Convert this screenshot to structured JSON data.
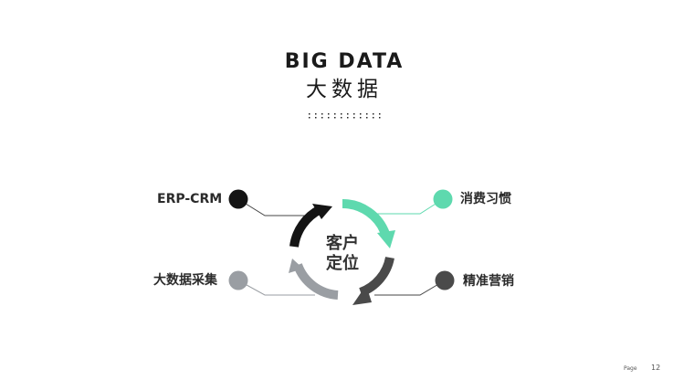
{
  "title": {
    "en": "BIG DATA",
    "cn": "大数据"
  },
  "center": {
    "line1": "客户",
    "line2": "定位"
  },
  "labels": {
    "erp_crm": "ERP-CRM",
    "consumption_habits": "消费习惯",
    "big_data_collection": "大数据采集",
    "precision_marketing": "精准营销"
  },
  "colors": {
    "black": "#141414",
    "teal": "#5ed9ae",
    "dark_gray": "#4a4a4a",
    "light_gray": "#9a9ea3"
  },
  "footer": {
    "page_label": "Page",
    "page_number": "12"
  }
}
